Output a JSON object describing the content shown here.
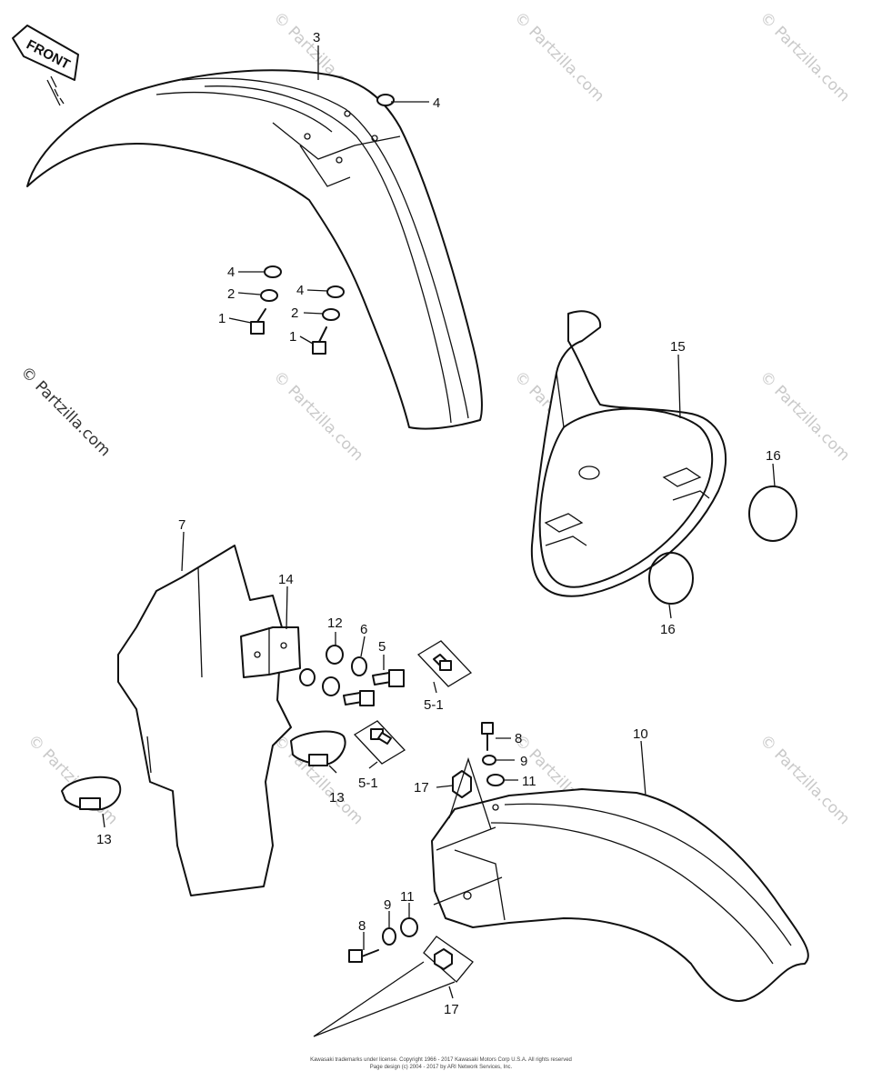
{
  "diagram": {
    "front_label": "FRONT",
    "watermark": "© Partzilla.com",
    "copyright_notice": "© Partzilla.com",
    "footer_line1": "Kawasaki trademarks under license. Copyright 1966 - 2017 Kawasaki Motors Corp U.S.A. All rights reserved",
    "footer_line2": "Page design (c) 2004 - 2017 by ARI Network Services, Inc.",
    "labels": {
      "l3": "3",
      "l4a": "4",
      "l4b": "4",
      "l2a": "2",
      "l1a": "1",
      "l4c": "4",
      "l2b": "2",
      "l1b": "1",
      "l15": "15",
      "l16a": "16",
      "l16b": "16",
      "l7": "7",
      "l14": "14",
      "l12": "12",
      "l6": "6",
      "l5": "5",
      "l5_1a": "5-1",
      "l5_1b": "5-1",
      "l13a": "13",
      "l13b": "13",
      "l8a": "8",
      "l9a": "9",
      "l11a": "11",
      "l17a": "17",
      "l10": "10",
      "l8b": "8",
      "l9b": "9",
      "l11b": "11",
      "l17b": "17"
    }
  }
}
